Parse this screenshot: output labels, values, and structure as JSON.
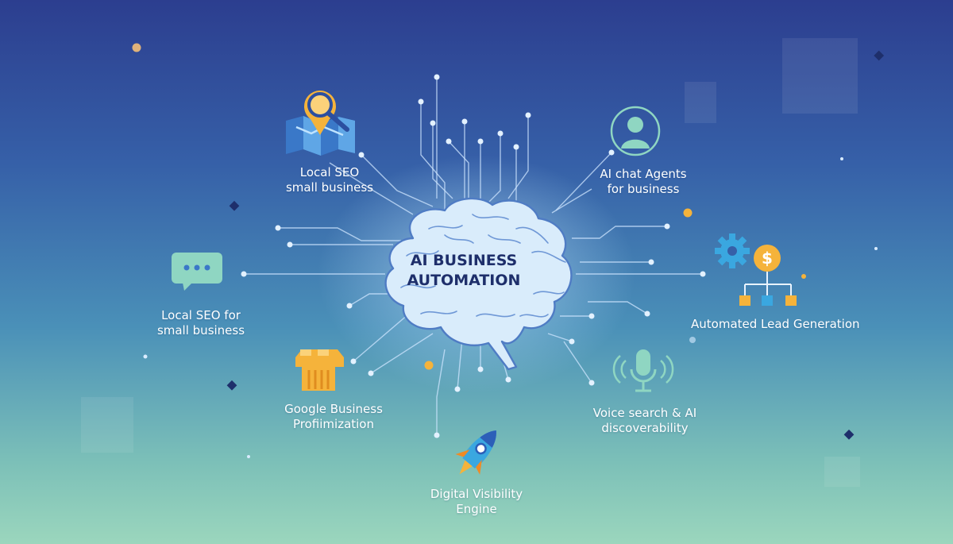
{
  "center": {
    "line1": "AI BUSINESS",
    "line2": "AUTOMATION"
  },
  "nodes": {
    "local_seo_top": {
      "line1": "Local SEO",
      "line2": "small business",
      "icon": "map-search-icon"
    },
    "ai_chat_agents": {
      "line1": "AI chat Agents",
      "line2": "for business",
      "icon": "user-avatar-icon"
    },
    "local_seo_left": {
      "line1": "Local SEO for",
      "line2": "small business",
      "icon": "chat-bubble-icon"
    },
    "lead_generation": {
      "line1": "Automated Lead Generation",
      "icon": "gear-dollar-flow-icon"
    },
    "google_business": {
      "line1": "Google Business",
      "line2": "Profiimization",
      "icon": "storefront-icon"
    },
    "voice_search": {
      "line1": "Voice search & AI",
      "line2": "discoverability",
      "icon": "microphone-icon"
    },
    "digital_visibility": {
      "line1": "Digital Visibility",
      "line2": "Engine",
      "icon": "rocket-icon"
    }
  },
  "colors": {
    "background_top": "#2c3e8f",
    "background_bottom": "#9bd6bd",
    "brain": "#d9ecfb",
    "brain_outline": "#4f7cc4",
    "title": "#1e2f6b",
    "accent_orange": "#f5b33b",
    "accent_blue": "#3aa7e0",
    "accent_teal": "#8fd6c2"
  }
}
